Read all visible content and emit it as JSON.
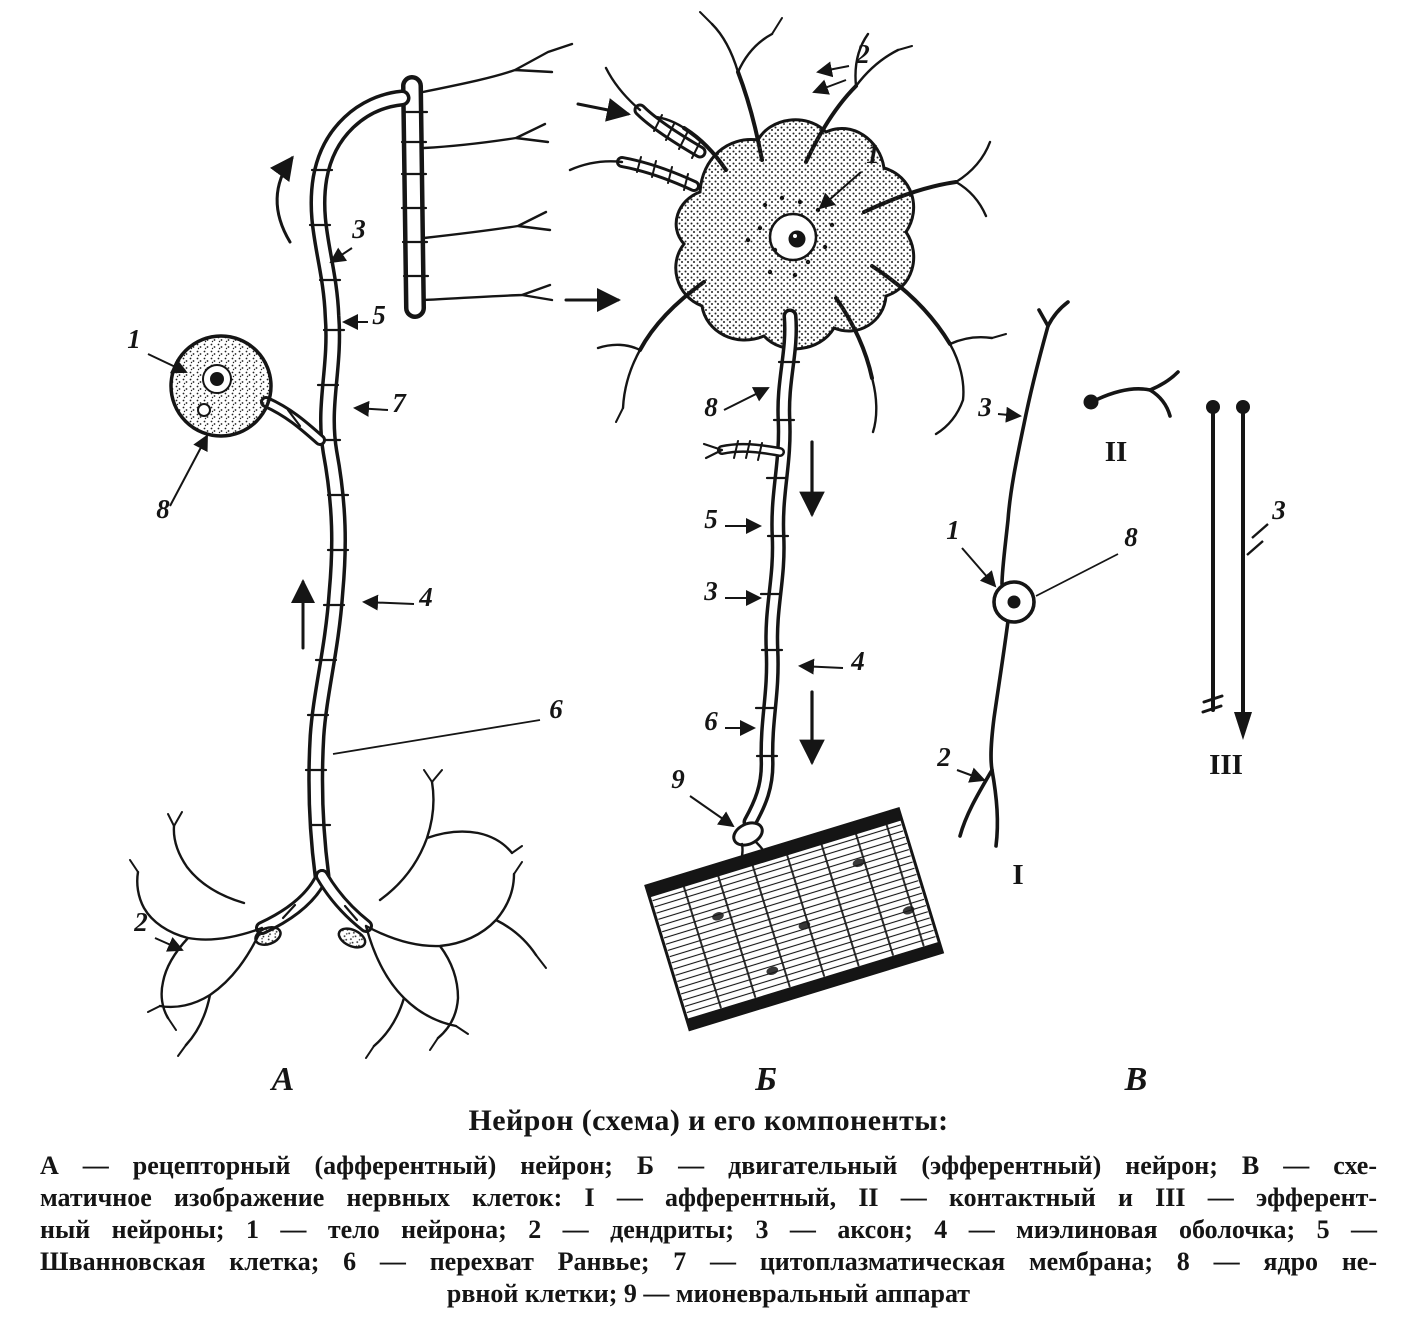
{
  "title": "Нейрон (схема) и его компоненты:",
  "caption": {
    "line1": "А — рецепторный (афферентный) нейрон; Б — двигательный (эфферентный) нейрон; В — схе-",
    "line2": "матичное изображение нервных клеток: I — афферентный, II — контактный и III — эфферент-",
    "line3": "ный нейроны; 1 — тело нейрона; 2 — дендриты; 3 — аксон; 4 — миэлиновая оболочка; 5 —",
    "line4": "Шванновская клетка; 6 — перехват Ранвье; 7 — цитоплазматическая мембрана; 8 — ядро не-",
    "line5": "рвной клетки; 9 — мионевральный аппарат"
  },
  "sections": {
    "a": "А",
    "b": "Б",
    "v": "В"
  },
  "roman": {
    "i": "I",
    "ii": "II",
    "iii": "III"
  },
  "callouts": {
    "a_1": "1",
    "a_2": "2",
    "a_3": "3",
    "a_4": "4",
    "a_5": "5",
    "a_6": "6",
    "a_7": "7",
    "a_8": "8",
    "b_1": "1",
    "b_2": "2",
    "b_3": "3",
    "b_4": "4",
    "b_5": "5",
    "b_6": "6",
    "b_8": "8",
    "b_9": "9",
    "v_1": "1",
    "v_2": "2",
    "v_3a": "3",
    "v_3b": "3",
    "v_8": "8"
  },
  "colors": {
    "ink": "#151515",
    "paper": "#ffffff"
  }
}
